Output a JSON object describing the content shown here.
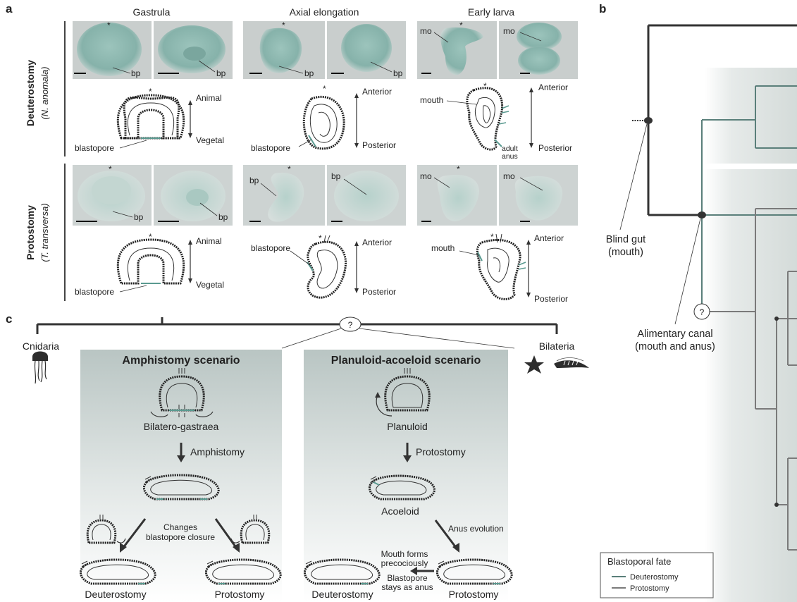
{
  "panels": {
    "a": "a",
    "b": "b",
    "c": "c"
  },
  "columns": [
    "Gastrula",
    "Axial elongation",
    "Early larva"
  ],
  "rows": {
    "deutero": {
      "title": "Deuterostomy",
      "species": "(N. anomala)"
    },
    "proto": {
      "title": "Protostomy",
      "species": "(T. transversa)"
    }
  },
  "photo_labels": {
    "bp": "bp",
    "mo": "mo",
    "star": "*"
  },
  "diagram_labels": {
    "animal": "Animal",
    "vegetal": "Vegetal",
    "anterior": "Anterior",
    "posterior": "Posterior",
    "blastopore": "blastopore",
    "mouth": "mouth",
    "adult": "adult",
    "anus": "anus"
  },
  "panel_c": {
    "outgroup": "Cnidaria",
    "ingroup": "Bilateria",
    "question": "?",
    "amphistomy": {
      "title": "Amphistomy scenario",
      "ancestor": "Bilatero-gastraea",
      "step": "Amphistomy",
      "changes_1": "Changes",
      "changes_2": "blastopore closure",
      "left": "Deuterostomy",
      "right": "Protostomy"
    },
    "planuloid": {
      "title": "Planuloid-acoeloid scenario",
      "ancestor": "Planuloid",
      "step": "Protostomy",
      "intermediate": "Acoeloid",
      "anus_evo": "Anus evolution",
      "mouth_1": "Mouth forms",
      "mouth_2": "precociously",
      "bp_1": "Blastopore",
      "bp_2": "stays as anus",
      "left": "Deuterostomy",
      "right": "Protostomy"
    }
  },
  "panel_b": {
    "blind_gut_1": "Blind gut",
    "blind_gut_2": "(mouth)",
    "canal_1": "Alimentary canal",
    "canal_2": "(mouth and anus)",
    "question": "?",
    "legend_title": "Blastoporal fate",
    "legend_items": [
      "Deuterostomy",
      "Protostomy"
    ]
  },
  "colors": {
    "teal": "#5a9a90",
    "photo_bg": "#c9cecd",
    "embryo": "#8db8b0",
    "panel_grad": "#b9c5c3"
  }
}
